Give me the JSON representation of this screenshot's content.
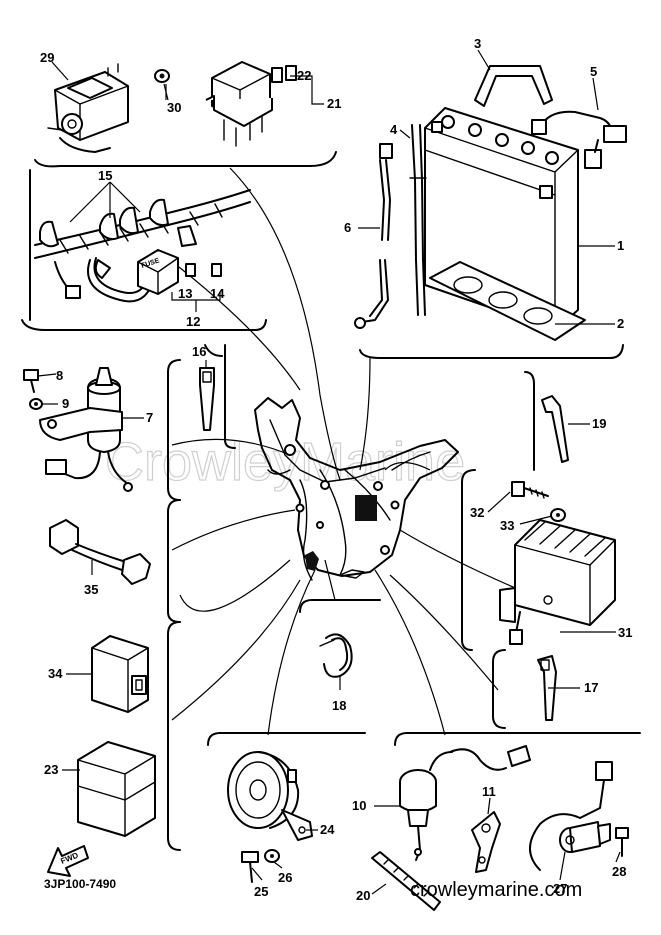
{
  "diagram": {
    "code": "3JP100-7490",
    "site": "crowleymarine.com",
    "watermark": "CrowleyMarine",
    "fwd_label": "FWD",
    "fuse_text": "FUSE",
    "callouts": {
      "c1": "1",
      "c2": "2",
      "c3": "3",
      "c4": "4",
      "c5": "5",
      "c6": "6",
      "c7": "7",
      "c8": "8",
      "c9": "9",
      "c10": "10",
      "c11": "11",
      "c12": "12",
      "c13": "13",
      "c14": "14",
      "c15": "15",
      "c16": "16",
      "c17": "17",
      "c18": "18",
      "c19": "19",
      "c20": "20",
      "c21": "21",
      "c22": "22",
      "c23": "23",
      "c24": "24",
      "c25": "25",
      "c26": "26",
      "c27": "27",
      "c28": "28",
      "c29": "29",
      "c30": "30",
      "c31": "31",
      "c32": "32",
      "c33": "33",
      "c34": "34",
      "c35": "35"
    }
  }
}
